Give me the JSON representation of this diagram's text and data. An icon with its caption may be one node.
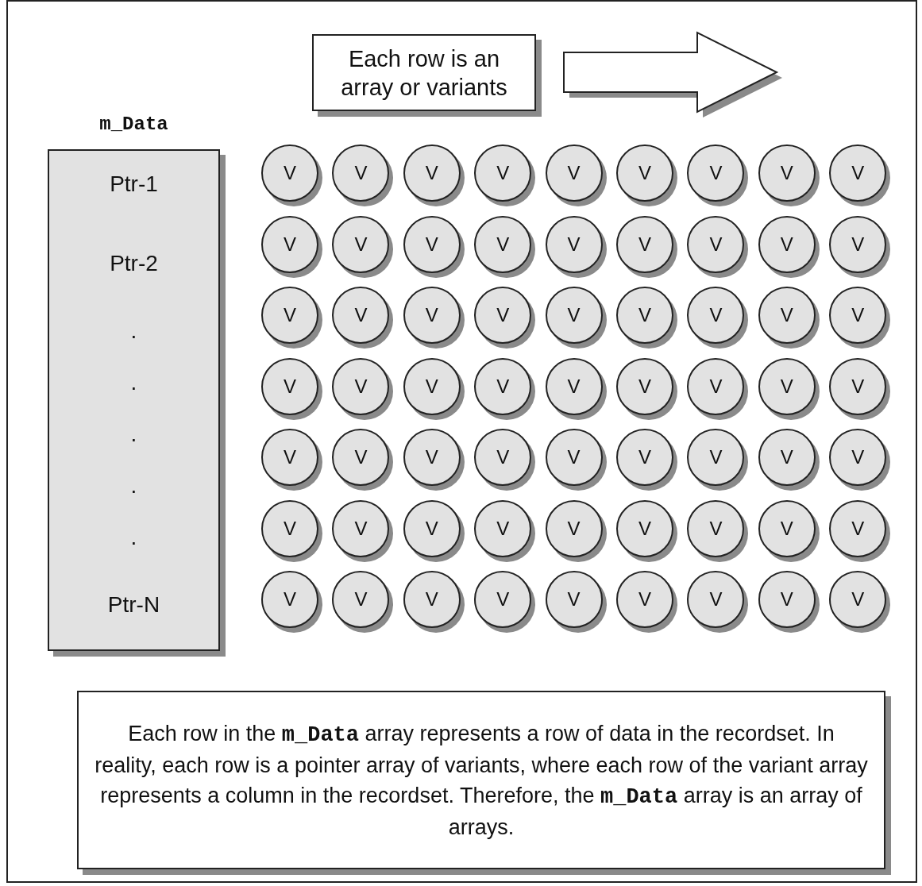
{
  "diagram": {
    "nodes": [
      {
        "text": [
          "Each row is an array or variants"
        ]
      },
      {
        "text": [
          "m_Data",
          "Ptr-1",
          "Ptr-2",
          ".",
          ".",
          ".",
          ".",
          ".",
          "Ptr-N"
        ]
      },
      {
        "text": [
          "V"
        ]
      },
      {
        "text": [
          "V"
        ]
      },
      {
        "text": [
          "V"
        ]
      },
      {
        "text": [
          "V"
        ]
      },
      {
        "text": [
          "V"
        ]
      },
      {
        "text": [
          "V"
        ]
      },
      {
        "text": [
          "V"
        ]
      },
      {
        "text": [
          "V"
        ]
      },
      {
        "text": [
          "V"
        ]
      },
      {
        "text": [
          "V"
        ]
      },
      {
        "text": [
          "V"
        ]
      },
      {
        "text": [
          "V"
        ]
      },
      {
        "text": [
          "V"
        ]
      },
      {
        "text": [
          "V"
        ]
      },
      {
        "text": [
          "V"
        ]
      },
      {
        "text": [
          "V"
        ]
      },
      {
        "text": [
          "V"
        ]
      },
      {
        "text": [
          "V"
        ]
      },
      {
        "text": [
          "V"
        ]
      },
      {
        "text": [
          "V"
        ]
      },
      {
        "text": [
          "V"
        ]
      },
      {
        "text": [
          "V"
        ]
      },
      {
        "text": [
          "V"
        ]
      },
      {
        "text": [
          "V"
        ]
      },
      {
        "text": [
          "V"
        ]
      },
      {
        "text": [
          "V"
        ]
      },
      {
        "text": [
          "V"
        ]
      },
      {
        "text": [
          "V"
        ]
      },
      {
        "text": [
          "V"
        ]
      },
      {
        "text": [
          "V"
        ]
      },
      {
        "text": [
          "V"
        ]
      },
      {
        "text": [
          "V"
        ]
      },
      {
        "text": [
          "V"
        ]
      },
      {
        "text": [
          "V"
        ]
      },
      {
        "text": [
          "V"
        ]
      },
      {
        "text": [
          "V"
        ]
      },
      {
        "text": [
          "V"
        ]
      },
      {
        "text": [
          "V"
        ]
      },
      {
        "text": [
          "V"
        ]
      },
      {
        "text": [
          "V"
        ]
      },
      {
        "text": [
          "V"
        ]
      },
      {
        "text": [
          "V"
        ]
      },
      {
        "text": [
          "V"
        ]
      },
      {
        "text": [
          "V"
        ]
      },
      {
        "text": [
          "V"
        ]
      },
      {
        "text": [
          "V"
        ]
      },
      {
        "text": [
          "V"
        ]
      },
      {
        "text": [
          "V"
        ]
      },
      {
        "text": [
          "V"
        ]
      },
      {
        "text": [
          "V"
        ]
      },
      {
        "text": [
          "V"
        ]
      },
      {
        "text": [
          "V"
        ]
      },
      {
        "text": [
          "V"
        ]
      },
      {
        "text": [
          "V"
        ]
      },
      {
        "text": [
          "V"
        ]
      },
      {
        "text": [
          "V"
        ]
      },
      {
        "text": [
          "V"
        ]
      },
      {
        "text": [
          "V"
        ]
      },
      {
        "text": [
          "V"
        ]
      },
      {
        "text": [
          "V"
        ]
      },
      {
        "text": [
          "V"
        ]
      },
      {
        "text": [
          "V"
        ]
      },
      {
        "text": [
          "V"
        ]
      },
      {
        "text": [
          "Each row in the **m_Data** array represents a row of data in the recordset. In reality, each row is a pointer array of variants, where each row of the variant array represents a column in the recordset. Therefore, the **m_Data** array is an array of arrays."
        ]
      }
    ]
  }
}
